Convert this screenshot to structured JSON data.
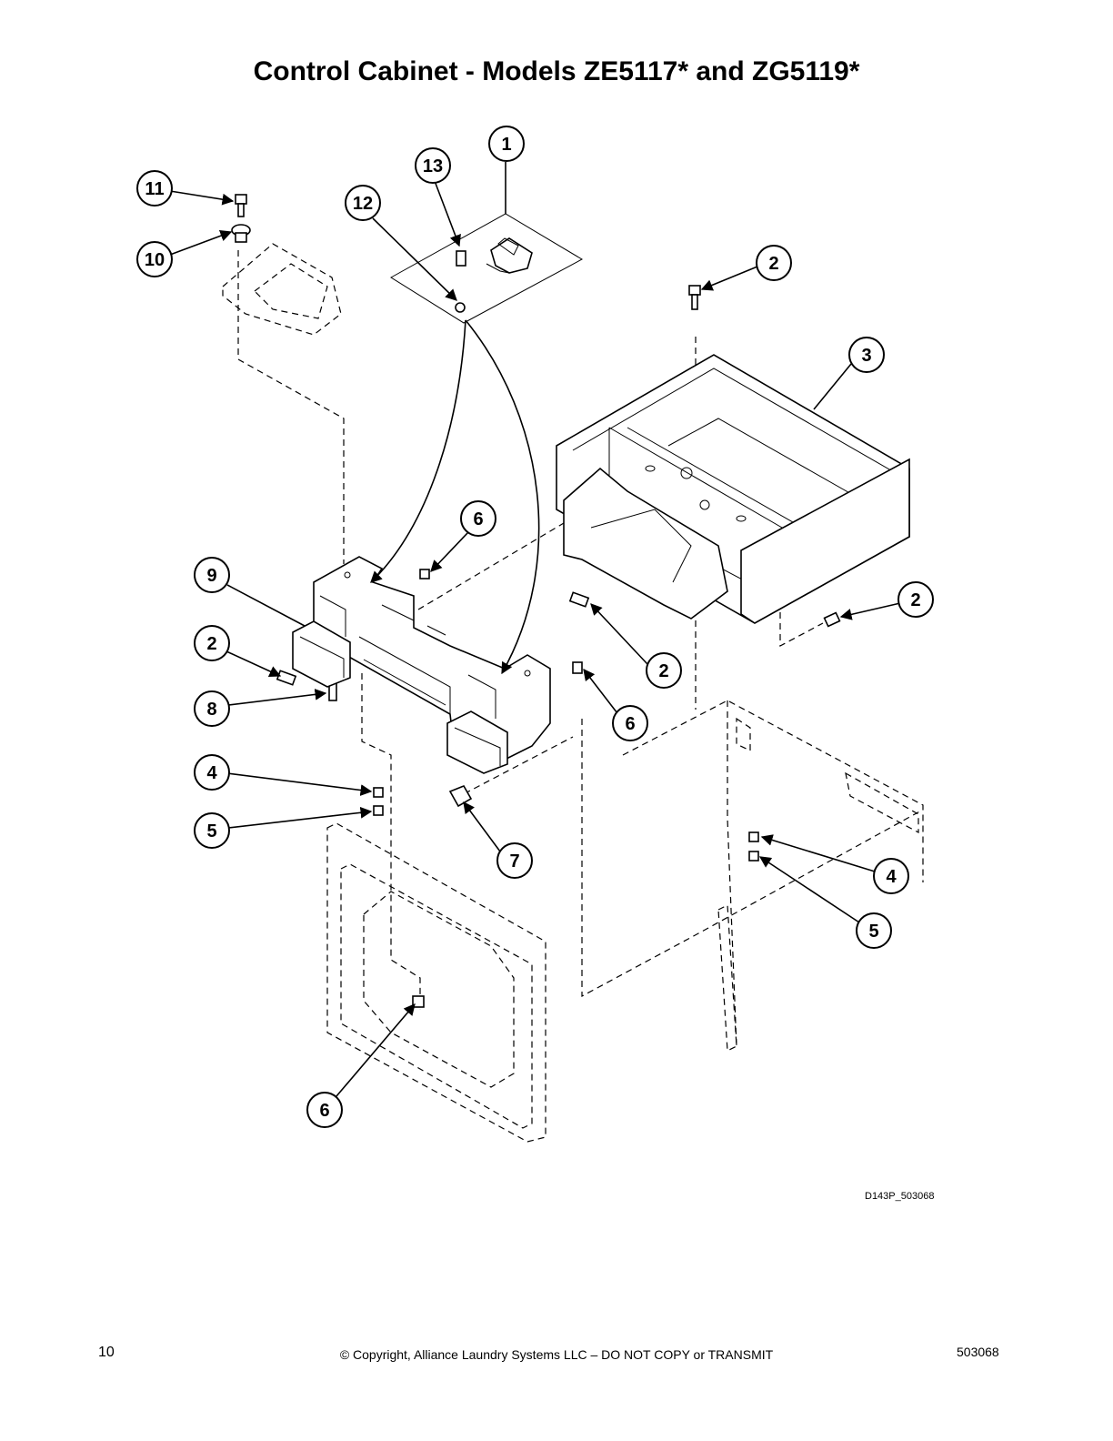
{
  "page": {
    "title": "Control Cabinet - Models ZE5117* and ZG5119*",
    "drawing_id": "D143P_503068",
    "page_number": "10",
    "copyright": "© Copyright, Alliance Laundry Systems LLC – DO NOT COPY or TRANSMIT",
    "doc_number": "503068"
  },
  "callouts": [
    "1",
    "13",
    "12",
    "11",
    "10",
    "2",
    "3",
    "6",
    "9",
    "2",
    "2",
    "2",
    "8",
    "6",
    "4",
    "5",
    "7",
    "4",
    "5",
    "6"
  ]
}
